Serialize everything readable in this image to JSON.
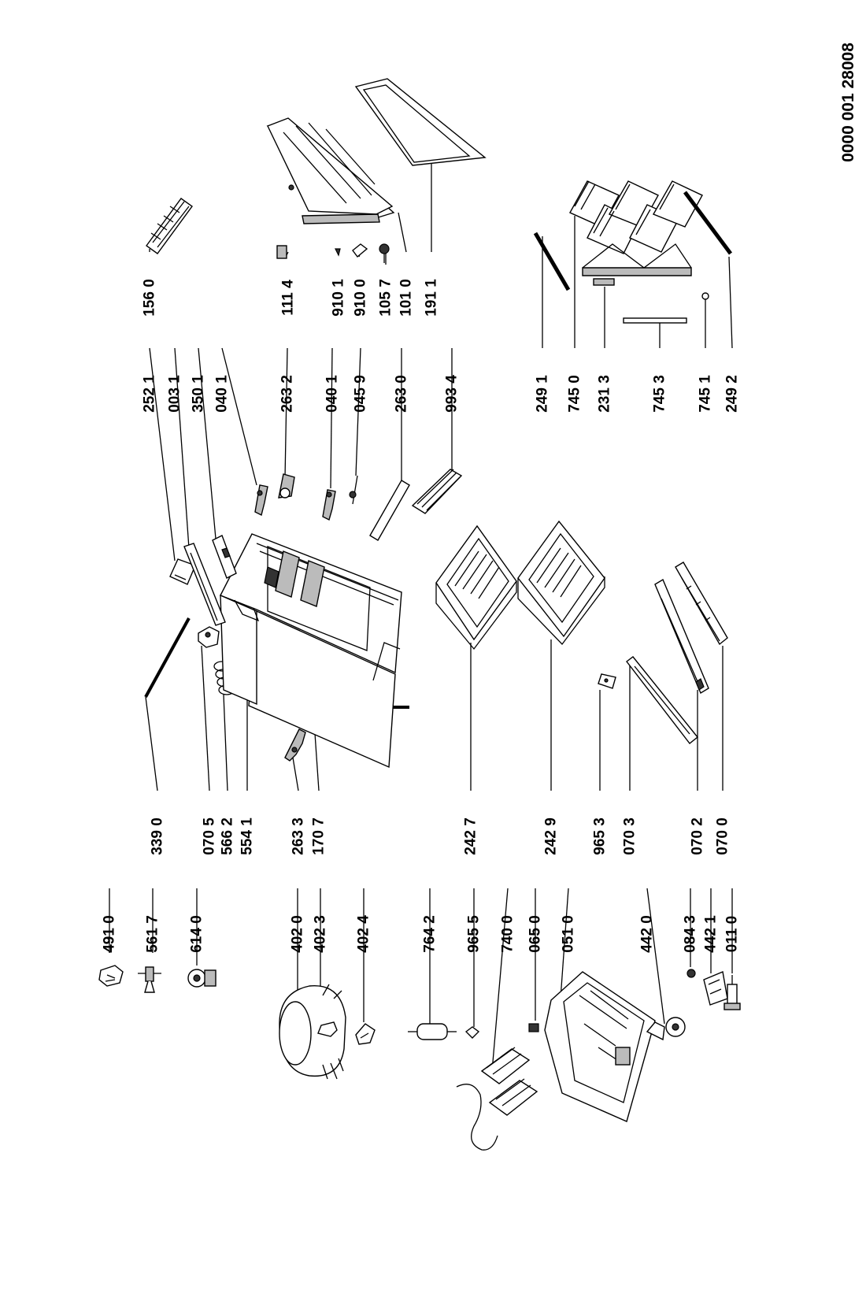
{
  "diagram": {
    "doc_code": "0000 001 28008",
    "part_labels": [
      "491 0",
      "561 7",
      "614 0",
      "402 0",
      "402 3",
      "402 4",
      "764 2",
      "965 5",
      "740 0",
      "065 0",
      "051 0",
      "442 0",
      "084 3",
      "442 1",
      "011 0",
      "339 0",
      "070 5",
      "566 2",
      "554 1",
      "263 3",
      "170 7",
      "242 7",
      "242 9",
      "965 3",
      "070 3",
      "070 2",
      "070 0",
      "252 1",
      "003 1",
      "350 1",
      "040 1",
      "263 2",
      "040 1",
      "045 9",
      "263 0",
      "993 4",
      "249 1",
      "745 0",
      "231 3",
      "745 3",
      "745 1",
      "249 2",
      "156 0",
      "111 4",
      "910 1",
      "910 0",
      "105 7",
      "101 0",
      "191 1"
    ]
  }
}
